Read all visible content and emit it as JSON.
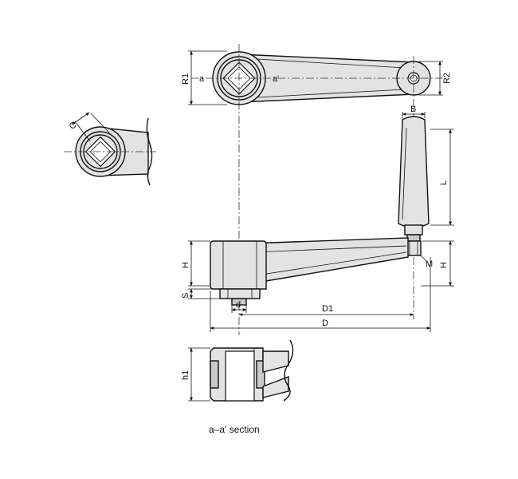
{
  "labels": {
    "R1": "R1",
    "a_left": "a",
    "a_right": "a'",
    "R2": "R2",
    "C": "C",
    "B": "B",
    "L": "L",
    "H_left": "H",
    "H_right": "H",
    "M": "M",
    "S": "S",
    "d": "d",
    "D1": "D1",
    "D": "D",
    "h1": "h1"
  },
  "caption": "a–a' section"
}
